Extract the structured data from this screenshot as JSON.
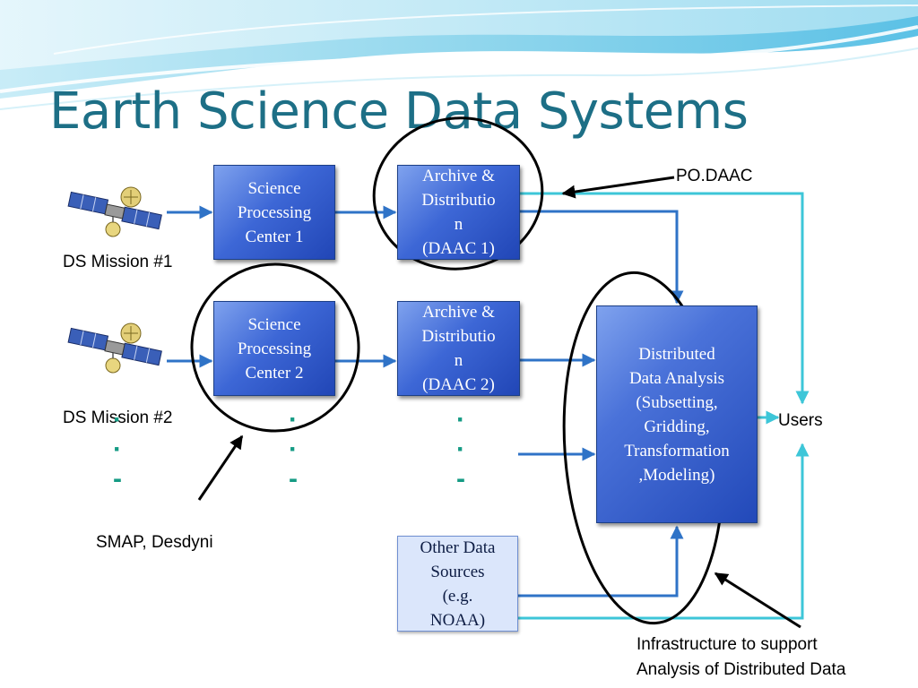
{
  "slide": {
    "title": "Earth Science Data Systems"
  },
  "boxes": {
    "spc1": [
      "Science",
      "Processing",
      "Center 1"
    ],
    "spc2": [
      "Science",
      "Processing",
      "Center 2"
    ],
    "daac1": [
      "Archive &",
      "Distributio",
      "n",
      "(DAAC 1)"
    ],
    "daac2": [
      "Archive &",
      "Distributio",
      "n",
      "(DAAC 2)"
    ],
    "analysis": [
      "Distributed",
      "Data Analysis",
      "(Subsetting,",
      "Gridding,",
      "Transformation",
      ",Modeling)"
    ],
    "other_sources": [
      "Other Data",
      "Sources",
      "(e.g.",
      "NOAA)"
    ]
  },
  "labels": {
    "mission1": "DS Mission #1",
    "mission2": "DS Mission #2",
    "users": "Users",
    "podaac": "PO.DAAC",
    "smap": "SMAP, Desdyni",
    "infrastructure": [
      "Infrastructure to support",
      "Analysis of Distributed Data"
    ]
  },
  "ellipsis_dots": [
    "·",
    "·",
    "-"
  ],
  "icons": {
    "satellite": "satellite-icon"
  },
  "colors": {
    "title": "#1d6f86",
    "box_blue": "#3d67d6",
    "arrow_blue": "#2f73c7",
    "arrow_cyan": "#3dc6d8",
    "dots_teal": "#159b84",
    "wave_light": "#9fdcef"
  }
}
